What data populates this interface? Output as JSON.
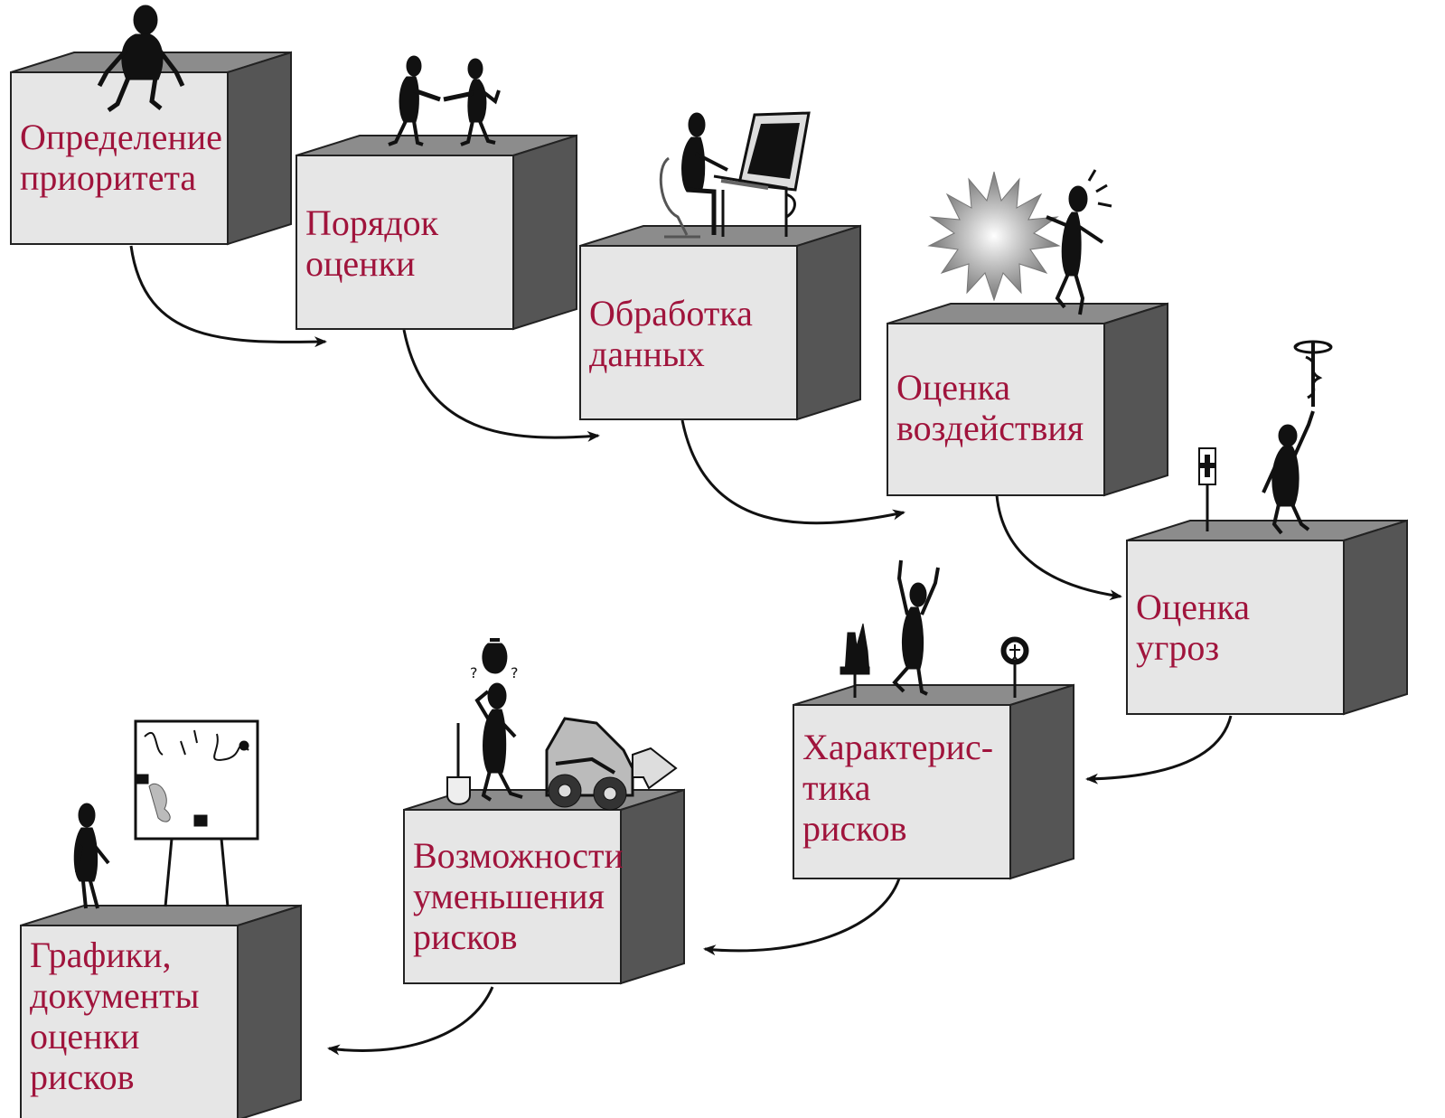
{
  "colors": {
    "label": "#a0143c",
    "box_front": "#e6e6e6",
    "box_top": "#8c8c8c",
    "box_side": "#555555",
    "figure": "#111111",
    "arrow": "#111111"
  },
  "steps": [
    {
      "lines": [
        "Определение",
        "приоритета"
      ]
    },
    {
      "lines": [
        "Порядок",
        "оценки"
      ]
    },
    {
      "lines": [
        "Обработка",
        "данных"
      ]
    },
    {
      "lines": [
        "Оценка",
        "воздействия"
      ]
    },
    {
      "lines": [
        "Оценка",
        "угроз"
      ]
    },
    {
      "lines": [
        "Характерис-",
        "тика",
        "рисков"
      ]
    },
    {
      "lines": [
        "Возможности",
        "уменьшения",
        "рисков"
      ]
    },
    {
      "lines": [
        "Графики,",
        "документы",
        "оценки",
        "рисков"
      ]
    }
  ]
}
